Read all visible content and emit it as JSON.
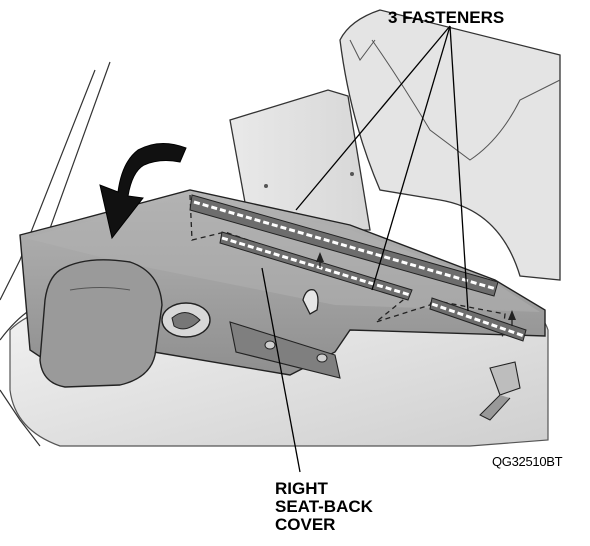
{
  "illustration": {
    "fasteners_label": "3 FASTENERS",
    "cover_label_lines": [
      "RIGHT",
      "SEAT-BACK",
      "COVER"
    ],
    "reference_code": "QG32510BT",
    "colors": {
      "cover_fill": "#a9a9a9",
      "cover_dark": "#8a8a8a",
      "seat_light": "#e6e6e6",
      "seat_mid": "#cfcfcf",
      "outline": "#333333",
      "leader": "#000000"
    }
  }
}
